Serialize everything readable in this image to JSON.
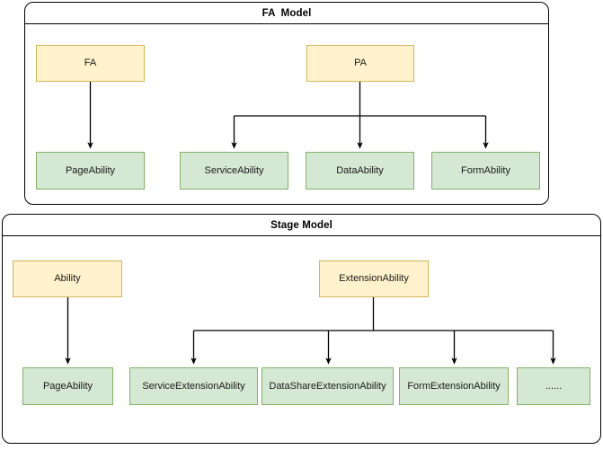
{
  "diagram": {
    "title_alt": "FA Model and Stage Model ability hierarchy",
    "colors": {
      "yellow_fill": "#FFF2CC",
      "yellow_stroke": "#D6B656",
      "green_fill": "#D5E8D4",
      "green_stroke": "#82B366",
      "line": "#000000",
      "background": "#FFFFFF"
    }
  },
  "fa_model": {
    "title": "FA  Model",
    "parents": [
      {
        "id": "fa",
        "label": "FA"
      },
      {
        "id": "pa",
        "label": "PA"
      }
    ],
    "children": [
      {
        "id": "fa-page",
        "label": "PageAbility",
        "parent": "FA"
      },
      {
        "id": "pa-service",
        "label": "ServiceAbility",
        "parent": "PA"
      },
      {
        "id": "pa-data",
        "label": "DataAbility",
        "parent": "PA"
      },
      {
        "id": "pa-form",
        "label": "FormAbility",
        "parent": "PA"
      }
    ]
  },
  "stage_model": {
    "title": "Stage Model",
    "parents": [
      {
        "id": "ability",
        "label": "Ability"
      },
      {
        "id": "extension-ability",
        "label": "ExtensionAbility"
      }
    ],
    "children": [
      {
        "id": "stage-page",
        "label": "PageAbility",
        "parent": "Ability"
      },
      {
        "id": "stage-service-ext",
        "label": "ServiceExtensionAbility",
        "parent": "ExtensionAbility"
      },
      {
        "id": "stage-datashare-ext",
        "label": "DataShareExtensionAbility",
        "parent": "ExtensionAbility"
      },
      {
        "id": "stage-form-ext",
        "label": "FormExtensionAbility",
        "parent": "ExtensionAbility"
      },
      {
        "id": "stage-more",
        "label": "......",
        "parent": "ExtensionAbility"
      }
    ]
  }
}
